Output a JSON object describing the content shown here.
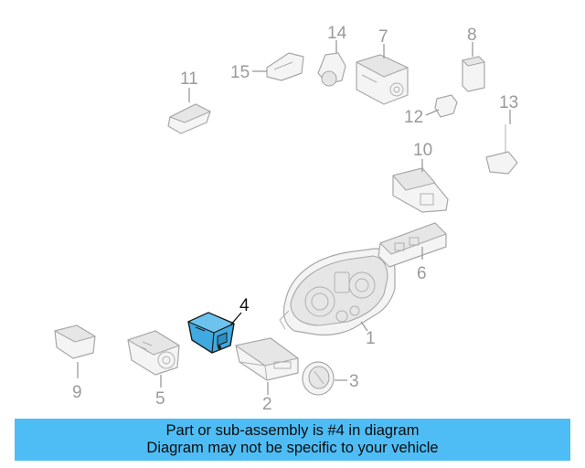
{
  "callouts": {
    "c1": "1",
    "c2": "2",
    "c3": "3",
    "c4": "4",
    "c5": "5",
    "c6": "6",
    "c7": "7",
    "c8": "8",
    "c9": "9",
    "c10": "10",
    "c11": "11",
    "c12": "12",
    "c13": "13",
    "c14": "14",
    "c15": "15"
  },
  "highlighted_part": "4",
  "colors": {
    "highlight_fill": "#3fa9e0",
    "highlight_stroke": "#1a1a1a",
    "banner": "#4ebdf5",
    "line_art": "#a8a8a8"
  },
  "banner": {
    "line1": "Part or sub-assembly is #4 in diagram",
    "line2": "Diagram may not be specific to your vehicle"
  }
}
